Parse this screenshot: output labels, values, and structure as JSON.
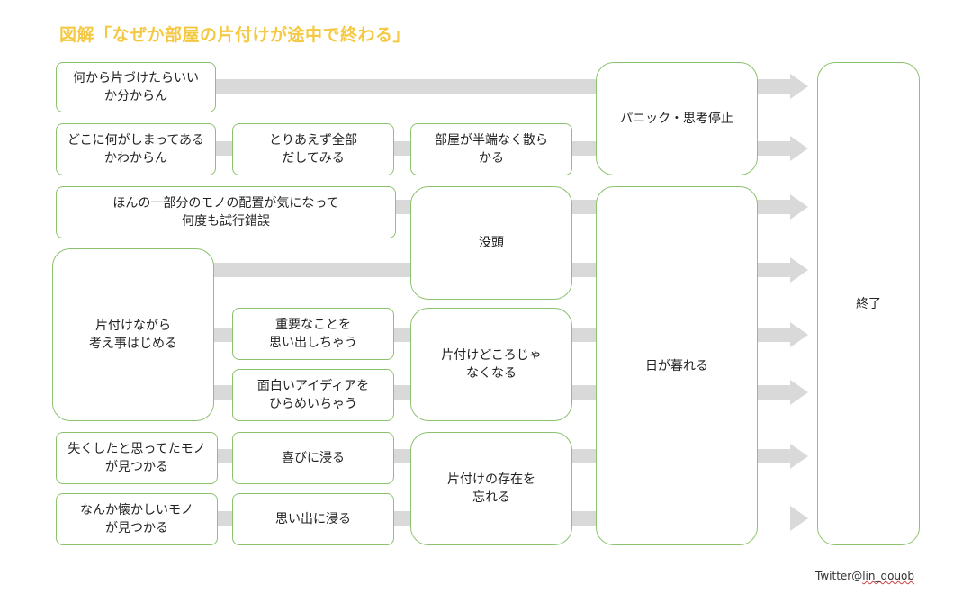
{
  "title": "図解「なぜか部屋の片付けが途中で終わる」",
  "nodes": {
    "where_to_start": "何から片づけたらいい\nか分からん",
    "where_stored": "どこに何がしまってある\nかわからん",
    "take_all_out": "とりあえず全部\nだしてみる",
    "room_messy": "部屋が半端なく散ら\nかる",
    "placement_worry": "ほんの一部分のモノの配置が気になって\n何度も試行錯誤",
    "think_while_tidy": "片付けながら\n考え事はじめる",
    "remember_important": "重要なことを\n思い出しちゃう",
    "flash_idea": "面白いアイディアを\nひらめいちゃう",
    "lost_item_found": "失くしたと思ってたモノ\nが見つかる",
    "nostalgic_found": "なんか懐かしいモノ\nが見つかる",
    "joy": "喜びに浸る",
    "memories": "思い出に浸る",
    "absorbed": "没頭",
    "no_longer_tidying": "片付けどころじゃ\nなくなる",
    "forget_tidying": "片付けの存在を\n忘れる",
    "panic": "パニック・思考停止",
    "sunset": "日が暮れる",
    "end": "終了"
  },
  "credit": {
    "prefix": "Twitter@",
    "handle": "lin_douob"
  }
}
